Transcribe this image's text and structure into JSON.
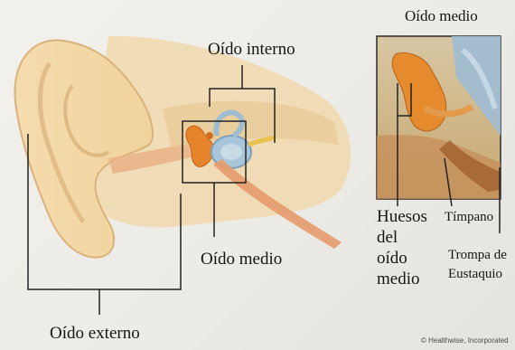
{
  "labels": {
    "inner_ear": "Oído interno",
    "middle_ear": "Oído medio",
    "outer_ear": "Oído externo",
    "inset_title": "Oído medio",
    "ossicles": [
      "Huesos",
      "del",
      "oído",
      "medio"
    ],
    "eardrum": "Tímpano",
    "eustachian": [
      "Trompa de",
      "Eustaquio"
    ],
    "credit": "© Healthwise, Incorporated"
  },
  "colors": {
    "background": "#efede8",
    "skin": "#f3d7a6",
    "skin_shadow": "#dcb27a",
    "ossicles": "#e5842a",
    "cochlea": "#9fc0d6",
    "canal": "#e8a77a",
    "bone": "#d9b070",
    "leader_lines": "#222222"
  }
}
